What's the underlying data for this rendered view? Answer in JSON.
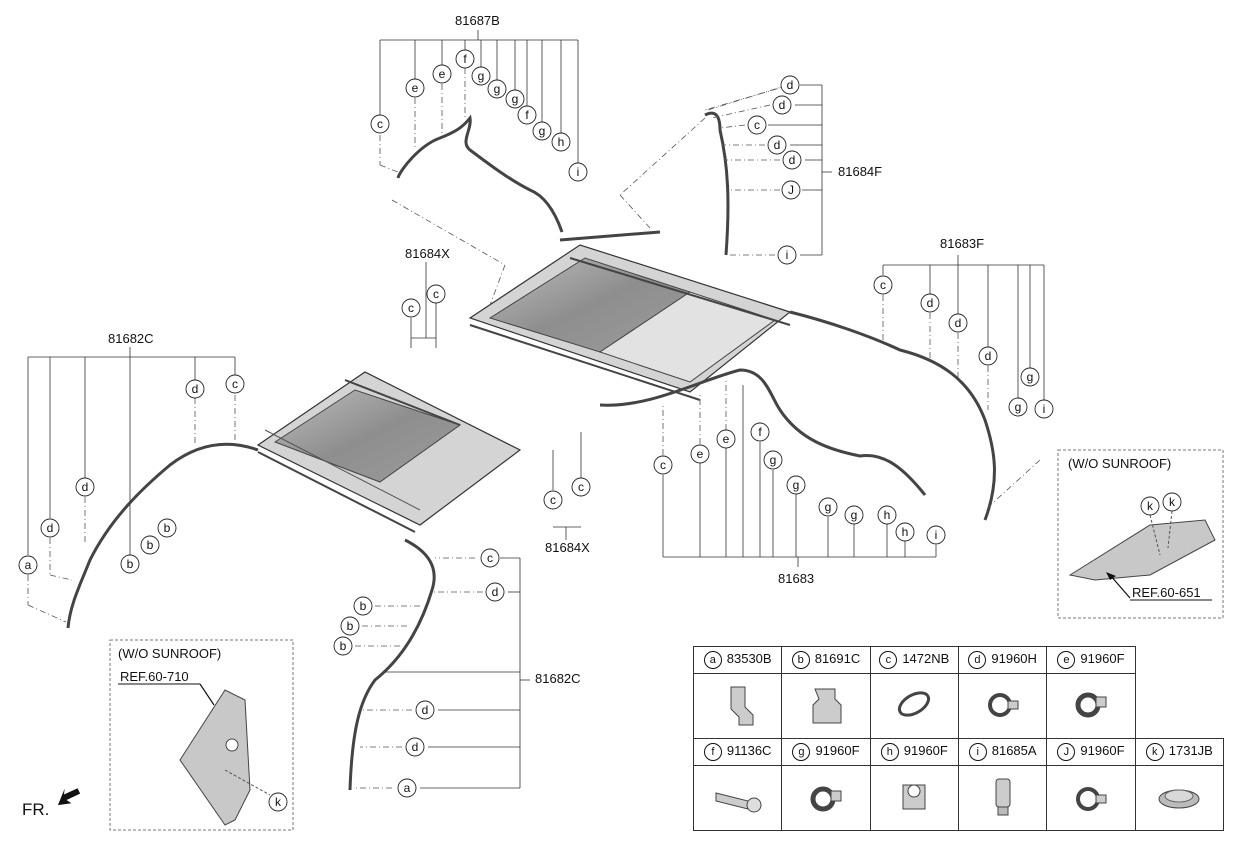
{
  "parts": {
    "p81687B": "81687B",
    "p81684F": "81684F",
    "p81683F": "81683F",
    "p81684X_top": "81684X",
    "p81684X_bot": "81684X",
    "p81682C_left": "81682C",
    "p81682C_bottom": "81682C",
    "p81683": "81683"
  },
  "callouts": {
    "a": "a",
    "b": "b",
    "c": "c",
    "d": "d",
    "e": "e",
    "f": "f",
    "g": "g",
    "h": "h",
    "i": "i",
    "J": "J",
    "k": "k"
  },
  "boxes": {
    "wo_sunroof_right": "(W/O SUNROOF)",
    "ref_right": "REF.60-651",
    "wo_sunroof_left": "(W/O SUNROOF)",
    "ref_left": "REF.60-710"
  },
  "fr_label": "FR.",
  "legend": [
    {
      "letter": "a",
      "part": "83530B",
      "icon": "connector-elbow-icon"
    },
    {
      "letter": "b",
      "part": "81691C",
      "icon": "clip-bracket-icon"
    },
    {
      "letter": "c",
      "part": "1472NB",
      "icon": "cable-tie-loop-icon"
    },
    {
      "letter": "d",
      "part": "91960H",
      "icon": "hose-clip-icon"
    },
    {
      "letter": "e",
      "part": "91960F",
      "icon": "clamp-icon"
    },
    {
      "letter": "f",
      "part": "91136C",
      "icon": "strap-clip-icon"
    },
    {
      "letter": "g",
      "part": "91960F",
      "icon": "clamp-icon"
    },
    {
      "letter": "h",
      "part": "91960F",
      "icon": "bracket-clip-icon"
    },
    {
      "letter": "i",
      "part": "81685A",
      "icon": "drain-plug-icon"
    },
    {
      "letter": "J",
      "part": "91960F",
      "icon": "hose-clip-icon"
    },
    {
      "letter": "k",
      "part": "1731JB",
      "icon": "grommet-icon"
    }
  ]
}
